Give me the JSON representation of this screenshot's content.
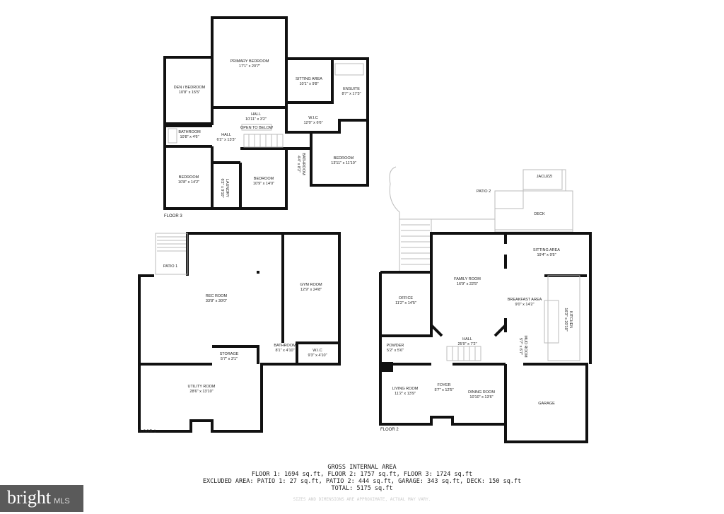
{
  "floors": [
    {
      "label": "FLOOR 3",
      "rooms": [
        {
          "name": "PRIMARY BEDROOM",
          "dims": "17'1\" x 20'7\""
        },
        {
          "name": "DEN / BEDROOM",
          "dims": "10'8\" x 15'5\""
        },
        {
          "name": "SITTING AREA",
          "dims": "10'1\" x 9'8\""
        },
        {
          "name": "ENSUITE",
          "dims": "8'7\" x 17'3\""
        },
        {
          "name": "HALL",
          "dims": "10'11\" x 3'2\""
        },
        {
          "name": "W.I.C",
          "dims": "12'0\" x 6'6\""
        },
        {
          "name": "BATHROOM",
          "dims": "10'8\" x 4'6\""
        },
        {
          "name": "HALL",
          "dims": "6'2\" x 13'3\""
        },
        {
          "name": "OPEN TO BELOW",
          "dims": ""
        },
        {
          "name": "BEDROOM",
          "dims": "10'8\" x 14'2\""
        },
        {
          "name": "LAUNDRY",
          "dims": "6'2\" x 9'10\""
        },
        {
          "name": "BEDROOM",
          "dims": "10'9\" x 14'0\""
        },
        {
          "name": "BATHROOM",
          "dims": "4'4\" x 8'2\""
        },
        {
          "name": "BEDROOM",
          "dims": "13'11\" x 11'10\""
        }
      ]
    },
    {
      "label": "FLOOR 1",
      "rooms": [
        {
          "name": "PATIO 1",
          "dims": ""
        },
        {
          "name": "REC ROOM",
          "dims": "33'8\" x 30'0\""
        },
        {
          "name": "GYM ROOM",
          "dims": "12'9\" x 24'8\""
        },
        {
          "name": "STORAGE",
          "dims": "5'7\" x 3'1\""
        },
        {
          "name": "BATHROOM",
          "dims": "8'1\" x 4'10\""
        },
        {
          "name": "W.I.C",
          "dims": "9'3\" x 4'10\""
        },
        {
          "name": "UTILITY ROOM",
          "dims": "28'6\" x 13'10\""
        }
      ]
    },
    {
      "label": "FLOOR 2",
      "rooms": [
        {
          "name": "PATIO 2",
          "dims": ""
        },
        {
          "name": "JACUZZI",
          "dims": ""
        },
        {
          "name": "DECK",
          "dims": ""
        },
        {
          "name": "FAMILY ROOM",
          "dims": "16'9\" x 22'5\""
        },
        {
          "name": "SITTING AREA",
          "dims": "19'4\" x 9'5\""
        },
        {
          "name": "OFFICE",
          "dims": "11'2\" x 14'5\""
        },
        {
          "name": "BREAKFAST AREA",
          "dims": "9'0\" x 14'2\""
        },
        {
          "name": "KITCHEN",
          "dims": "16'3\" x 20'10\""
        },
        {
          "name": "HALL",
          "dims": "25'9\" x 7'2\""
        },
        {
          "name": "POWDER",
          "dims": "5'2\" x 5'6\""
        },
        {
          "name": "MUD ROOM",
          "dims": "5'7\" x 6'7\""
        },
        {
          "name": "LIVING ROOM",
          "dims": "11'2\" x 13'9\""
        },
        {
          "name": "FOYER",
          "dims": "5'7\" x 12'5\""
        },
        {
          "name": "DINING ROOM",
          "dims": "10'10\" x 13'6\""
        },
        {
          "name": "GARAGE",
          "dims": ""
        }
      ]
    }
  ],
  "footer": {
    "title": "GROSS INTERNAL AREA",
    "floors_line": "FLOOR 1: 1694 sq.ft, FLOOR 2: 1757 sq.ft, FLOOR 3: 1724 sq.ft",
    "excluded_line": "EXCLUDED AREA: PATIO 1: 27 sq.ft, PATIO 2: 444 sq.ft, GARAGE: 343 sq.ft, DECK: 150 sq.ft",
    "total_line": "TOTAL: 5175 sq.ft",
    "disclaimer": "SIZES AND DIMENSIONS ARE APPROXIMATE, ACTUAL MAY VARY."
  },
  "logo": {
    "brand": "bright",
    "suffix": "MLS"
  }
}
